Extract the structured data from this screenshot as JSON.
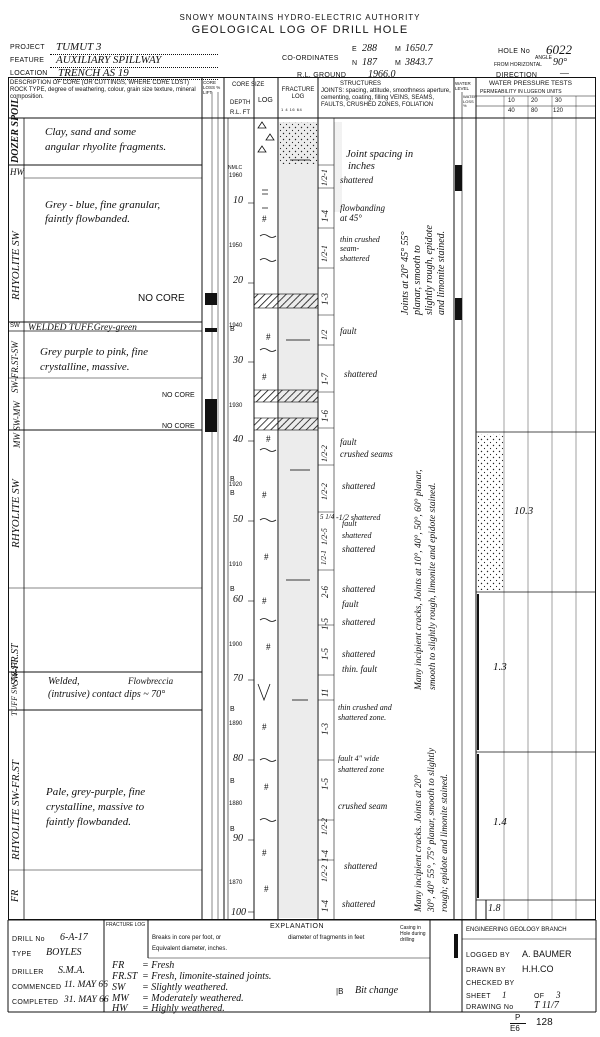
{
  "header": {
    "org": "SNOWY MOUNTAINS HYDRO-ELECTRIC AUTHORITY",
    "title": "GEOLOGICAL LOG OF DRILL HOLE",
    "project_label": "PROJECT",
    "project": "TUMUT 3",
    "feature_label": "FEATURE",
    "feature": "AUXILIARY SPILLWAY",
    "location_label": "LOCATION",
    "location": "TRENCH AS 19",
    "coords_label": "CO-ORDINATES",
    "e_label": "E",
    "e_a": "288",
    "m1_label": "M",
    "e_b": "1650.7",
    "n_label": "N",
    "n_a": "187",
    "m2_label": "M",
    "n_b": "3843.7",
    "rl_label": "R.L. GROUND",
    "rl": "1966.0",
    "hole_label": "HOLE No",
    "hole": "6022",
    "angle_label": "ANGLE",
    "from_label": "FROM HORIZONTAL",
    "angle": "90°",
    "direction_label": "DIRECTION",
    "direction": "—"
  },
  "columns": {
    "desc": "DESCRIPTION OF CORE (OR CUTTINGS, WHERE CORE LOST) ROCK TYPE, degree of weathering, colour, grain size texture, mineral composition.",
    "core_loss": "CORE LOSS % LIFT",
    "core_size": "CORE SIZE",
    "depth": "DEPTH",
    "rlft": "R.L. FT",
    "log": "LOG",
    "fracture": "FRACTURE LOG",
    "fracture_scale": "1 4 16 64",
    "joints_title": "STRUCTURES",
    "joints": "JOINTS: spacing, attitude, smoothness aperture, cementing, coating, filling VEINS, SEAMS, FAULTS, CRUSHED ZONES, FOLIATION",
    "water_level": "WATER LEVEL",
    "water_loss": "WATER LOSS %",
    "wpt_title": "WATER PRESSURE TESTS",
    "wpt_sub": "PERMEABILITY IN LUGEON UNITS",
    "wpt_scale_top": [
      "10",
      "20",
      "30"
    ],
    "wpt_scale_bot": [
      "40",
      "80",
      "120"
    ]
  },
  "units": [
    {
      "label": "DOZER SPOIL"
    },
    {
      "label": "HW"
    },
    {
      "label": "RHYOLITE SW"
    },
    {
      "label": "SW"
    },
    {
      "label": "SW-FR.ST-SW"
    },
    {
      "label": "MW SW-MW"
    },
    {
      "label": "RHYOLITE SW"
    },
    {
      "label": "SW-FR.ST"
    },
    {
      "label": "TUFF SW FR.ST"
    },
    {
      "label": "RHYOLITE SW-FR.ST"
    },
    {
      "label": "FR"
    }
  ],
  "descriptions": [
    "Clay, sand and some",
    "angular rhyolite fragments.",
    "Grey - blue, fine granular,",
    "faintly flowbanded.",
    "NO CORE",
    "WELDED TUFF.Grey-green",
    "Grey purple to pink, fine",
    "crystalline, massive.",
    "NO CORE",
    "NO CORE",
    "Welded,",
    "Flowbreccia",
    "(intrusive) contact dips ~ 70°",
    "Pale, grey-purple, fine",
    "crystalline, massive to",
    "faintly flowbanded."
  ],
  "depths": [
    "10",
    "20",
    "30",
    "40",
    "50",
    "60",
    "70",
    "80",
    "90",
    "100"
  ],
  "rls": [
    "1960",
    "1950",
    "1940",
    "1930",
    "1920",
    "1910",
    "1900",
    "1890",
    "1880",
    "1870"
  ],
  "core_marks": [
    "NMLC",
    "B",
    "B",
    "B",
    "B",
    "B",
    "B",
    "B"
  ],
  "spacing": [
    "1/2-1",
    "1-4",
    "1/2-1",
    "1-3",
    "1/2",
    "1-7",
    "1-6",
    "1/2-2",
    "1/2-2",
    "5 1/4",
    "1/2-5",
    "1/2-1",
    "2-6",
    "1-5",
    "1-5",
    "11",
    "1-3",
    "1-5",
    "1/2-2",
    "1-4",
    "1/2-2",
    "1-4"
  ],
  "joints": [
    "Joint spacing in",
    "inches",
    "shattered",
    "flowbanding",
    "at 45°",
    "thin crushed",
    "seam-",
    "shattered",
    "fault",
    "shattered",
    "fault",
    "crushed seams",
    "shattered",
    "shattered",
    "fault",
    "shattered",
    "shattered",
    "fault",
    "shattered",
    "shattered",
    "thin. fault",
    "thin crushed and",
    "shattered zone.",
    "fault 4\" wide",
    "shattered zone",
    "crushed seam",
    "shattered",
    "shattered",
    "-1/2 shattered"
  ],
  "joint_notes": [
    "Joints at 20° 45° 55°",
    "planar, smooth to",
    "slightly rough, epidote",
    "and limonite stained.",
    "Many incipient cracks, Joints at 10°, 40°, 50°, 60° planar,",
    "smooth to slightly rough, limonite and epidote stained.",
    "Many incipient cracks. Joints at 20°",
    "30°, 40° 55°, 75° planar, smooth to slightly",
    "rough; epidote and limonite stained."
  ],
  "wpt_values": [
    "10.3",
    "1.3",
    "1.4",
    "1.8"
  ],
  "footer": {
    "drill_label": "DRILL No",
    "drill": "6-A-17",
    "type_label": "TYPE",
    "type": "BOYLES",
    "driller_label": "DRILLER",
    "driller": "S.M.A.",
    "commenced_label": "COMMENCED",
    "commenced": "11. MAY 66",
    "completed_label": "COMPLETED",
    "completed": "31. MAY 66",
    "fracture_log_label": "FRACTURE LOG",
    "explanation_title": "EXPLANATION",
    "expl1": "Breaks in core per foot, or",
    "expl1b": "diameter of fragments in feet",
    "expl2": "Equivalent diameter, inches.",
    "casing": "Casing in Hole during drilling",
    "legend": [
      {
        "k": "FR",
        "v": "= Fresh"
      },
      {
        "k": "FR.ST",
        "v": "= Fresh, limonite-stained joints."
      },
      {
        "k": "SW",
        "v": "= Slightly weathered."
      },
      {
        "k": "MW",
        "v": "= Moderately weathered."
      },
      {
        "k": "HW",
        "v": "= Highly weathered."
      }
    ],
    "bit_change": "Bit change",
    "branch": "ENGINEERING GEOLOGY BRANCH",
    "logged_label": "LOGGED BY",
    "logged": "A. BAUMER",
    "drawn_label": "DRAWN BY",
    "drawn": "H.H.CO",
    "checked_label": "CHECKED BY",
    "checked": "",
    "sheet_label": "SHEET",
    "sheet": "1",
    "of_label": "OF",
    "sheet_of": "3",
    "drawing_label": "DRAWING No",
    "drawing": "T 11/7",
    "stamp_top": "P",
    "stamp_bot": "E6",
    "stamp_num": "128"
  }
}
